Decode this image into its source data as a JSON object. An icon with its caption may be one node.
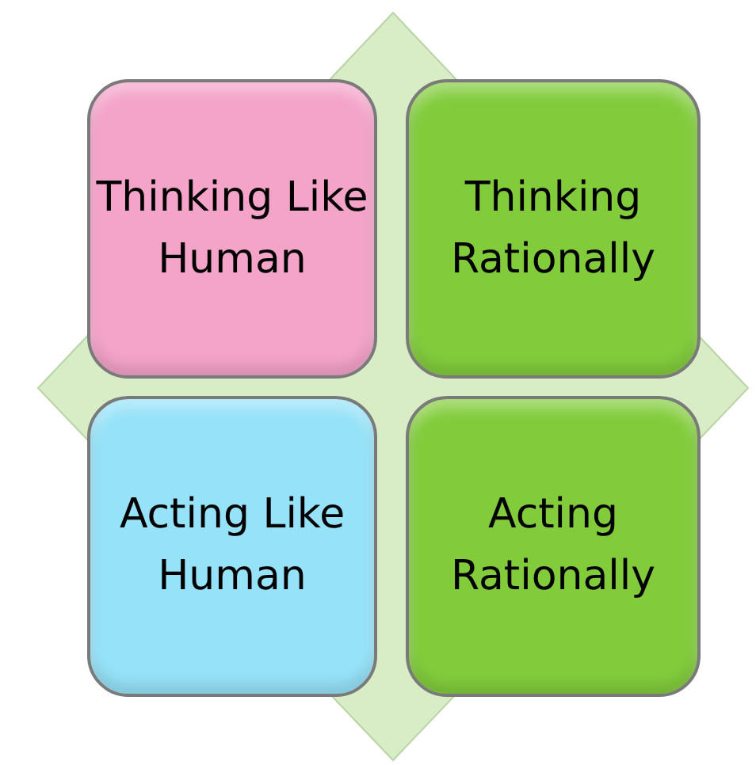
{
  "diagram": {
    "nodes": [
      {
        "text": [
          "Thinking Like Human"
        ]
      },
      {
        "text": [
          "Thinking Rationally"
        ]
      },
      {
        "text": [
          "Acting Like Human"
        ]
      },
      {
        "text": [
          "Acting Rationally"
        ]
      }
    ]
  }
}
